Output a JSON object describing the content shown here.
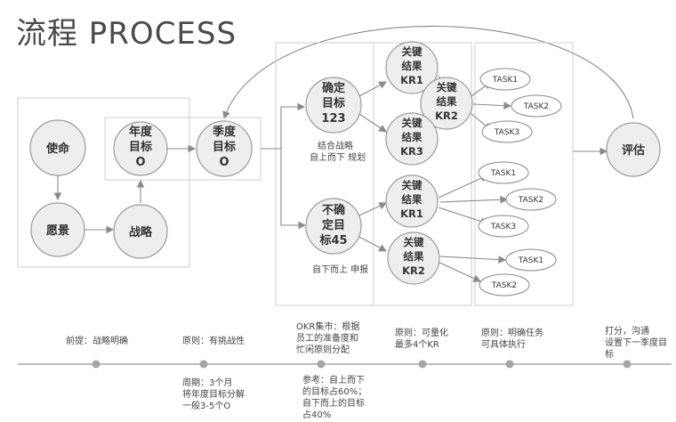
{
  "title": "流程 PROCESS",
  "nodes": {
    "mission": "使命",
    "vision": "愿景",
    "strategy": "战略",
    "annual": [
      "年度",
      "目标",
      "O"
    ],
    "quarter": [
      "季度",
      "目标",
      "O"
    ],
    "confirm": [
      "确定",
      "目标",
      "123"
    ],
    "uncertain": [
      "不确",
      "定目",
      "标45"
    ],
    "kr_top1": [
      "关键",
      "结果",
      "KR1"
    ],
    "kr_top2": [
      "关键",
      "结果",
      "KR2"
    ],
    "kr_top3": [
      "关键",
      "结果",
      "KR3"
    ],
    "kr_bot1": [
      "关键",
      "结果",
      "KR1"
    ],
    "kr_bot2": [
      "关键",
      "结果",
      "KR2"
    ],
    "evaluate": "评估"
  },
  "tasks": {
    "top": [
      "TASK1",
      "TASK2",
      "TASK3"
    ],
    "mid": [
      "TASK1",
      "TASK2",
      "TASK3"
    ],
    "bot": [
      "TASK1",
      "TASK2"
    ]
  },
  "notes": {
    "combine": [
      "结合战略",
      "自上而下 规划"
    ],
    "bottomup": "自下而上 申报"
  },
  "timeline": {
    "above": {
      "premise": "前提：战略明确",
      "principle1": "原则：有挑战性",
      "okr_market": [
        "OKR集市：根据",
        "员工的准备度和",
        "忙闲原则分配"
      ],
      "principle2": [
        "原则：可量化",
        "最多4个KR"
      ],
      "principle3": [
        "原则：明确任务",
        "可具体执行"
      ],
      "score": [
        "打分，沟通",
        "设置下一季度目",
        "标"
      ]
    },
    "below": {
      "cycle": [
        "周期：3个月",
        "将年度目标分解",
        "一般3-5个O"
      ],
      "reference": [
        "参考：自上而下",
        "的目标占60%；",
        "自下而上的目标",
        "占40%"
      ]
    }
  }
}
